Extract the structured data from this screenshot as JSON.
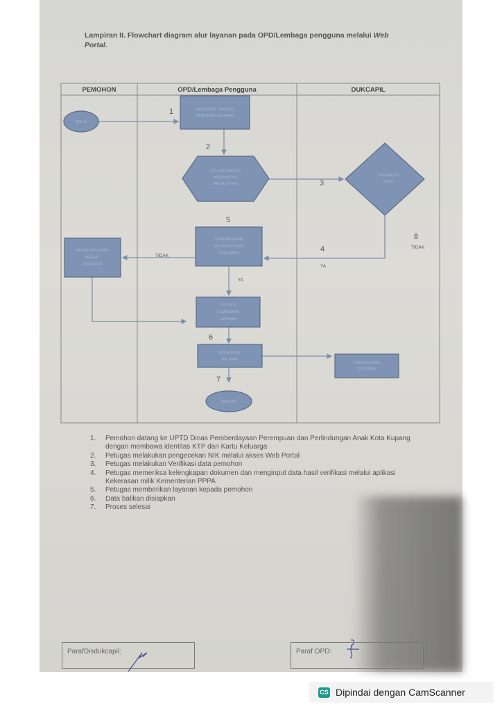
{
  "title": {
    "text": "Lampiran II. Flowchart diagram alur layanan pada OPD/Lembaga pengguna melalui ",
    "italic": "Web Portal",
    "end": "."
  },
  "lanes": [
    "PEMOHON",
    "OPD/Lembaga Pengguna",
    "DUKCAPIL"
  ],
  "shapes": {
    "start": "MULAI",
    "get_nik": [
      "MENDAPAT DATA NIK",
      "PEMOHON LAYANAN"
    ],
    "check_nik": [
      "CEK NIK (AKSES",
      "WEB PORTAL",
      "MELALUI NIK)"
    ],
    "verify": [
      "VERIFIKASI",
      "DATA"
    ],
    "check_docs": [
      "PEMERIKSAAN",
      "KELENGKAPAN",
      "DOKUMEN"
    ],
    "collect_docs": [
      "MENGUMPULKAN",
      "BERKAS",
      "DOKUMEN"
    ],
    "service": [
      "PROSES",
      "PEMBERIAN",
      "LAYANAN"
    ],
    "send_data": [
      "KIRIM DATA",
      "BALIKAN"
    ],
    "data_received": [
      "DATA BALIKAN",
      "DITERIMA"
    ],
    "end": "SELESAI"
  },
  "labels": {
    "n1": "1",
    "n2": "2",
    "n3": "3",
    "n4": "4",
    "n5": "5",
    "n6": "6",
    "n7": "7",
    "n8": "8",
    "tidak": "TIDAK",
    "ya": "YA"
  },
  "steps": [
    {
      "n": "1.",
      "text": "Pemohon datang ke UPTD Dinas  Pemberdayaan Perempuan dan Perlindungan Anak Kota Kupang dengan membawa identitas KTP dan Kartu Keluarga"
    },
    {
      "n": "2.",
      "text": "Petugas melakukan pengecekan NIK melalui akses Web Portal"
    },
    {
      "n": "3.",
      "text": "Petugas melakukan Verifikasi data pemohon"
    },
    {
      "n": "4.",
      "text": "Petugas memeriksa kelengkapan dokumen dan menginput data hasil verifikasi melalui aplikasi Kekerasan milik Kementerian PPPA"
    },
    {
      "n": "5.",
      "text": "Petugas memberikan layanan kepada pemohon"
    },
    {
      "n": "6.",
      "text": "Data balikan disiapkan"
    },
    {
      "n": "7.",
      "text": "Proses selesai"
    }
  ],
  "paraf": {
    "disdukcapil": "ParafDisdukcapil:",
    "opd": "Paraf OPD:"
  },
  "watermark": {
    "logo": "CS",
    "text": "Dipindai dengan CamScanner"
  }
}
